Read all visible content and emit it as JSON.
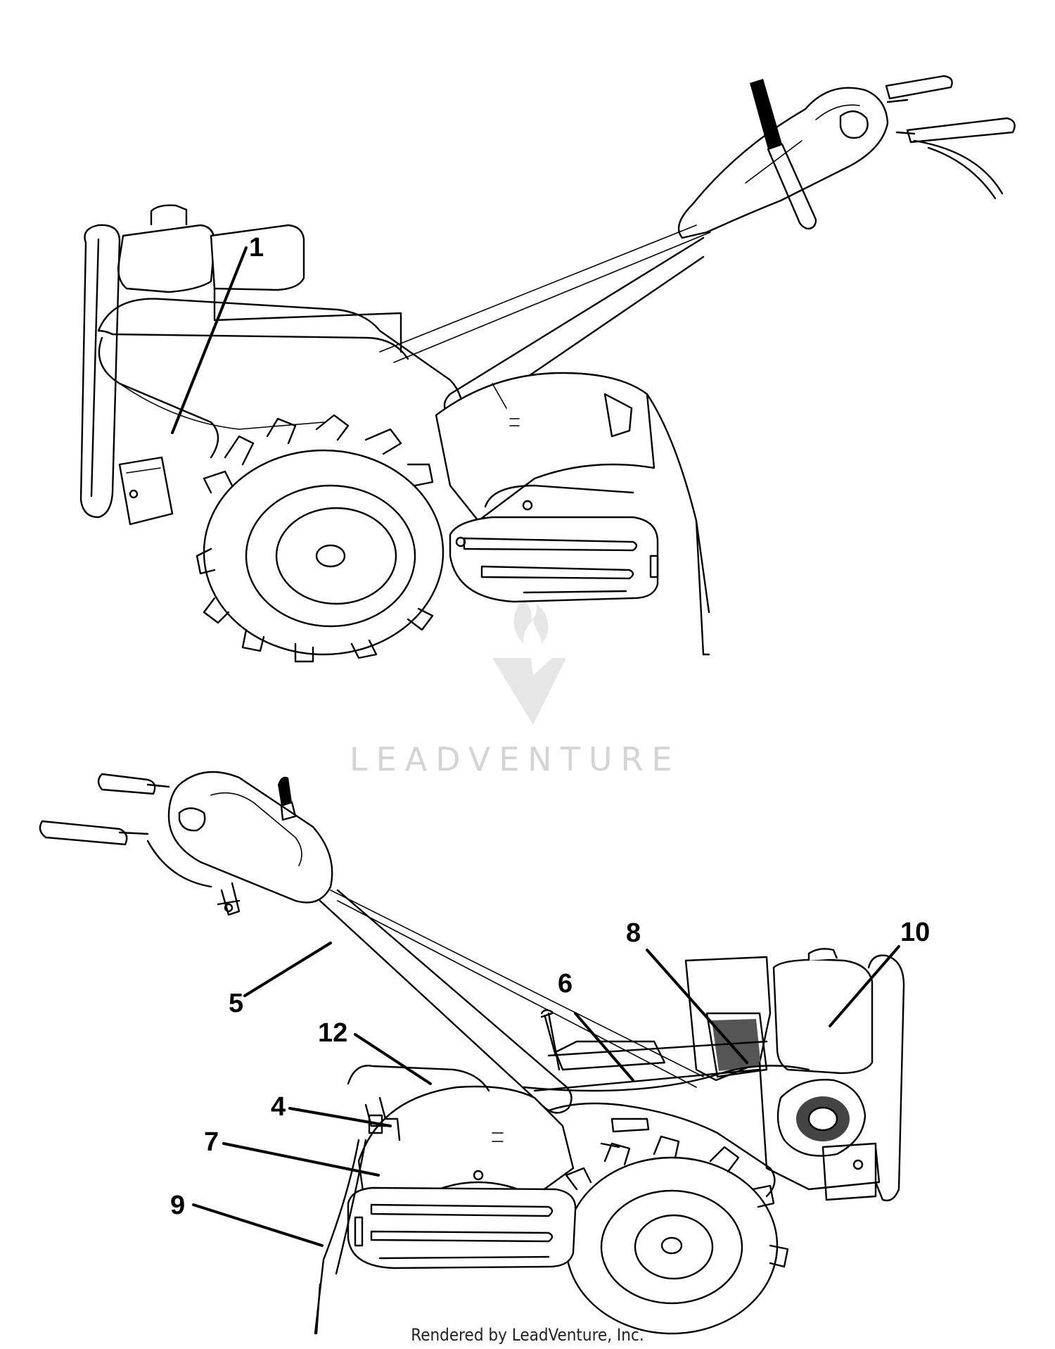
{
  "callouts": {
    "c1": "1",
    "c4": "4",
    "c5": "5",
    "c6": "6",
    "c7": "7",
    "c8": "8",
    "c9": "9",
    "c10": "10",
    "c12": "12"
  },
  "watermark": {
    "brand": "LEADVENTURE",
    "icon": "flame-v-logo-icon"
  },
  "footer": {
    "credit": "Rendered by LeadVenture, Inc."
  },
  "colors": {
    "line": "#000000",
    "watermark": "#d4d4d4",
    "background": "#ffffff"
  }
}
